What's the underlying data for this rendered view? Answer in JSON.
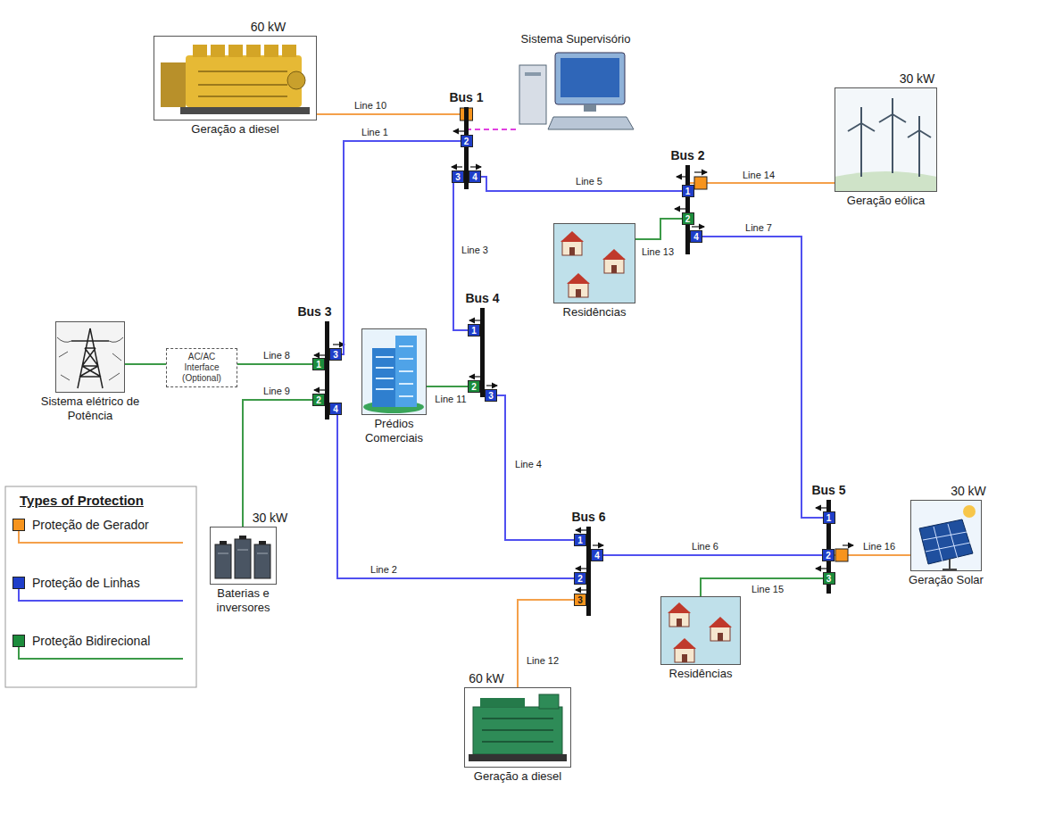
{
  "diagram": {
    "nodes": [
      {
        "text": [
          "60 kW",
          "Geração a diesel"
        ]
      },
      {
        "text": [
          "Sistema Supervisório"
        ]
      },
      {
        "text": [
          "Bus 1"
        ]
      },
      {
        "text": [
          "Bus 2"
        ]
      },
      {
        "text": [
          "30 kW",
          "Geração eólica"
        ]
      },
      {
        "text": [
          "Residências"
        ]
      },
      {
        "text": [
          "Bus 4"
        ]
      },
      {
        "text": [
          "Sistema elétrico de Potência"
        ]
      },
      {
        "text": [
          "AC/AC Interface (Optional)"
        ]
      },
      {
        "text": [
          "Bus 3"
        ]
      },
      {
        "text": [
          "Prédios Comerciais"
        ]
      },
      {
        "text": [
          "Bus 5"
        ]
      },
      {
        "text": [
          "30 kW",
          "Geração Solar"
        ]
      },
      {
        "text": [
          "30 kW",
          "Baterias e inversores"
        ]
      },
      {
        "text": [
          "Bus 6"
        ]
      },
      {
        "text": [
          "Residências"
        ]
      },
      {
        "text": [
          "60 kW",
          "Geração a diesel"
        ]
      }
    ],
    "edges": [
      {
        "from": 0,
        "to": 2,
        "label": "Line 10",
        "arrow": "none"
      },
      {
        "from": 1,
        "to": 2,
        "arrow": "none"
      },
      {
        "from": 2,
        "to": 9,
        "label": "Line 1",
        "arrow": "none"
      },
      {
        "from": 2,
        "to": 3,
        "label": "Line 5",
        "arrow": "none"
      },
      {
        "from": 2,
        "to": 6,
        "label": "Line 3",
        "arrow": "none"
      },
      {
        "from": 4,
        "to": 3,
        "label": "Line 14",
        "arrow": "none"
      },
      {
        "from": 5,
        "to": 3,
        "label": "Line 13",
        "arrow": "none"
      },
      {
        "from": 3,
        "to": 11,
        "label": "Line 7",
        "arrow": "none"
      },
      {
        "from": 7,
        "to": 8,
        "arrow": "none"
      },
      {
        "from": 8,
        "to": 9,
        "label": "Line 8",
        "arrow": "none"
      },
      {
        "from": 13,
        "to": 9,
        "label": "Line 9",
        "arrow": "none"
      },
      {
        "from": 10,
        "to": 6,
        "label": "Line 11",
        "arrow": "none"
      },
      {
        "from": 9,
        "to": 14,
        "label": "Line 2",
        "arrow": "none"
      },
      {
        "from": 6,
        "to": 14,
        "label": "Line 4",
        "arrow": "none"
      },
      {
        "from": 14,
        "to": 11,
        "label": "Line 6",
        "arrow": "none"
      },
      {
        "from": 12,
        "to": 11,
        "label": "Line 16",
        "arrow": "none"
      },
      {
        "from": 15,
        "to": 11,
        "label": "Line 15",
        "arrow": "none"
      },
      {
        "from": 16,
        "to": 14,
        "label": "Line 12",
        "arrow": "none"
      }
    ],
    "labels": [
      "2",
      "3",
      "4",
      "1",
      "2",
      "4",
      "3",
      "1",
      "2",
      "4",
      "1",
      "2",
      "3",
      "1",
      "2",
      "3",
      "1",
      "4",
      "2",
      "3",
      "Types of Protection"
    ],
    "legend": [
      {
        "text": "Proteção de Gerador",
        "color": "#f7941d"
      },
      {
        "text": "Proteção de Linhas",
        "color": "#1f3ec9"
      },
      {
        "text": "Proteção Bidirecional",
        "color": "#1c8c3c"
      }
    ]
  }
}
